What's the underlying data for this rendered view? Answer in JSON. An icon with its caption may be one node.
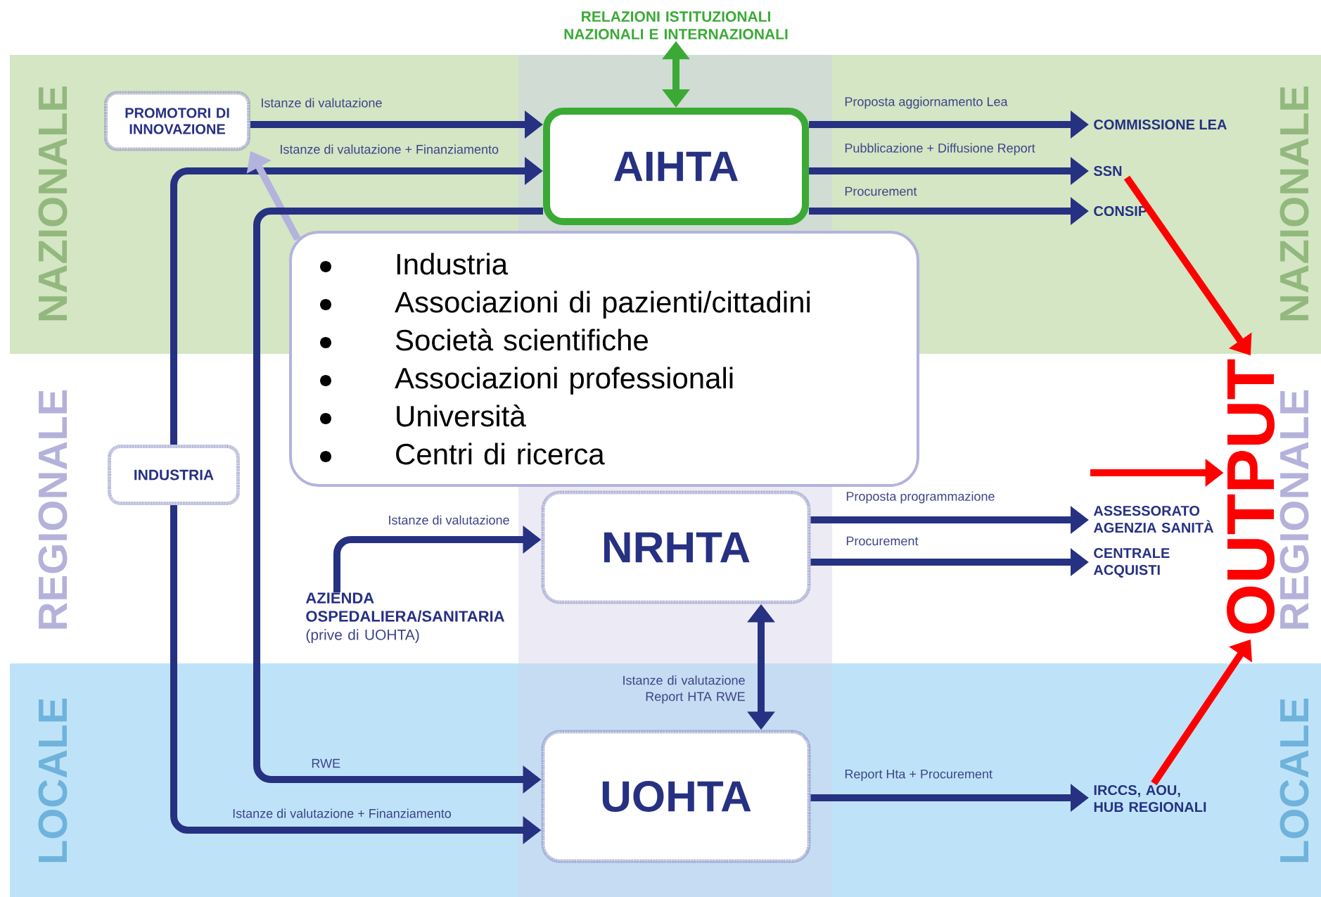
{
  "diagram": {
    "nodes": [
      {
        "text": [
          "RELAZIONI ISTITUZIONALI NAZIONALI E INTERNAZIONALI"
        ]
      },
      {
        "text": [
          "PROMOTORI DI INNOVAZIONE"
        ]
      },
      {
        "text": [
          "AIHTA"
        ]
      },
      {
        "text": [
          "COMMISSIONE LEA"
        ]
      },
      {
        "text": [
          "SSN"
        ]
      },
      {
        "text": [
          "CONSIP"
        ]
      },
      {
        "text": [
          "Industria",
          "Associazioni di pazienti/cittadini",
          "Società scientifiche",
          "Associazioni professionali",
          "Università",
          "Centri di ricerca"
        ]
      },
      {
        "text": [
          "INDUSTRIA"
        ]
      },
      {
        "text": [
          "NRHTA"
        ]
      },
      {
        "text": [
          "AZIENDA OSPEDALIERA/SANITARIA",
          "(prive di UOHTA)"
        ]
      },
      {
        "text": [
          "ASSESSORATO AGENZIA SANITÀ"
        ]
      },
      {
        "text": [
          "CENTRALE ACQUISTI"
        ]
      },
      {
        "text": [
          "OUTPUT"
        ]
      },
      {
        "text": [
          "UOHTA"
        ]
      },
      {
        "text": [
          "IRCCS, AOU, HUB REGIONALI"
        ]
      }
    ],
    "edges": [
      {
        "from": 2,
        "to": 0,
        "arrow": "both",
        "color": "#3aaa35"
      },
      {
        "from": 1,
        "to": 2,
        "arrow": "to",
        "label": "Istanze di valutazione"
      },
      {
        "from": 7,
        "to": 2,
        "arrow": "to",
        "label": "Istanze di valutazione + Finanziamento"
      },
      {
        "from": 2,
        "to": 3,
        "arrow": "to",
        "label": "Proposta aggiornamento Lea"
      },
      {
        "from": 2,
        "to": 4,
        "arrow": "to",
        "label": "Pubblicazione + Diffusione Report"
      },
      {
        "from": 2,
        "to": 5,
        "arrow": "to",
        "label": "Procurement"
      },
      {
        "from": 6,
        "to": 1,
        "arrow": "to",
        "color": "#b3b3dd"
      },
      {
        "from": 2,
        "to": 13,
        "arrow": "to",
        "label": "RWE"
      },
      {
        "from": 9,
        "to": 8,
        "arrow": "to",
        "label": "Istanze di valutazione"
      },
      {
        "from": 8,
        "to": 10,
        "arrow": "to",
        "label": "Proposta programmazione"
      },
      {
        "from": 8,
        "to": 11,
        "arrow": "to",
        "label": "Procurement"
      },
      {
        "from": 8,
        "to": 13,
        "arrow": "both",
        "label": "Istanze di valutazione Report HTA RWE"
      },
      {
        "from": 7,
        "to": 13,
        "arrow": "to",
        "label": "Istanze di valutazione + Finanziamento"
      },
      {
        "from": 13,
        "to": 14,
        "arrow": "to",
        "label": "Report Hta + Procurement"
      },
      {
        "from": 4,
        "to": 12,
        "arrow": "to",
        "color": "#ff0000"
      },
      {
        "from": null,
        "to": 12,
        "arrow": "to",
        "color": "#ff0000"
      },
      {
        "from": 14,
        "to": 12,
        "arrow": "to",
        "color": "#ff0000"
      }
    ],
    "labels": [
      "NAZIONALE",
      "NAZIONALE",
      "REGIONALE",
      "REGIONALE",
      "LOCALE",
      "LOCALE"
    ]
  }
}
